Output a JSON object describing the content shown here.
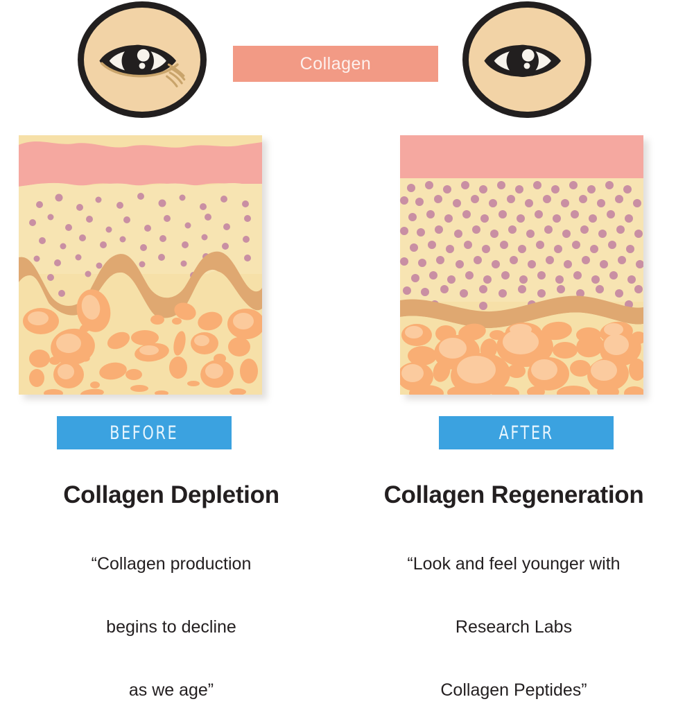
{
  "header": {
    "collagen_label": "Collagen",
    "left_eye_icon": "eye-wrinkled-icon",
    "right_eye_icon": "eye-smooth-icon"
  },
  "palette": {
    "collagen_bar_bg": "#F29A85",
    "collagen_bar_text": "#FDF1EE",
    "badge_bg": "#3BA2E0",
    "badge_text": "#E8F6FE",
    "skin_face": "#F2D3A6",
    "outline": "#221F1F",
    "epidermis": "#F5A8A0",
    "dermis": "#F6E0A8",
    "dermis_light": "#F7E4B2",
    "junction": "#DFA871",
    "junction_light": "#E9C08C",
    "collagen_dot": "#C98FA3",
    "fat_cell": "#F9AE74",
    "fat_cell_light": "#FCCFA4",
    "heading_text": "#231F20",
    "body_text": "#231F20"
  },
  "panels": [
    {
      "id": "before",
      "badge": "BEFORE",
      "heading": "Collagen Depletion",
      "quote_lines": [
        "“Collagen production",
        "begins to decline",
        "as we age”"
      ]
    },
    {
      "id": "after",
      "badge": "AFTER",
      "heading": "Collagen Regeneration",
      "quote_lines": [
        "“Look and feel younger with",
        "Research Labs",
        "Collagen Peptides”"
      ]
    }
  ]
}
